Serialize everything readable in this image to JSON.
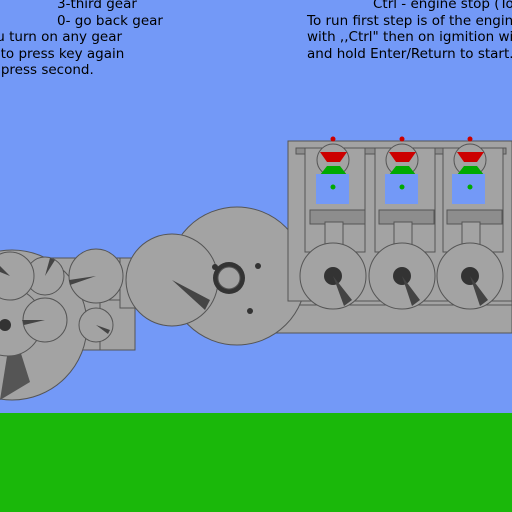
{
  "instructions_left": {
    "line1": "3-third gear",
    "line2": "0- go back gear",
    "line3": "ou turn on any gear",
    "line4": "e to press key again",
    "line5": "n press second."
  },
  "instructions_right": {
    "line1": "Ctrl - engine stop (Too",
    "line2": "To run first step is of the engine",
    "line3": "with ,,Ctrl\" then on igmition with",
    "line4": "and hold Enter/Return to start."
  },
  "colors": {
    "sky": "#7399f7",
    "ground": "#1ab80a",
    "metal": "#a3a3a3",
    "metal_dark": "#808080",
    "valve_red": "#cc0000",
    "valve_green": "#00aa00"
  }
}
